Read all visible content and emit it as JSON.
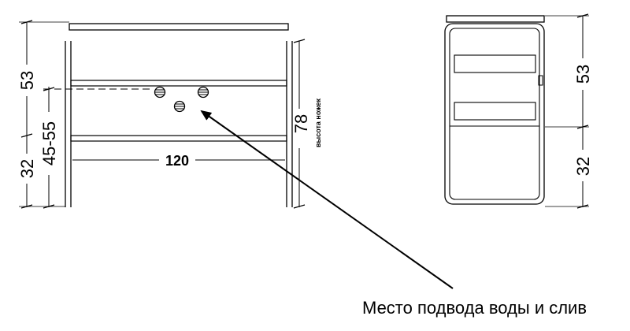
{
  "front_view": {
    "dim_top": "53",
    "dim_inlet": "45-55",
    "dim_bottom": "32",
    "dim_width": "120",
    "dim_leg_height": "78",
    "leg_height_label": "высота ножек"
  },
  "side_view": {
    "dim_top": "53",
    "dim_bottom": "32"
  },
  "caption": "Место подвода воды и слив"
}
